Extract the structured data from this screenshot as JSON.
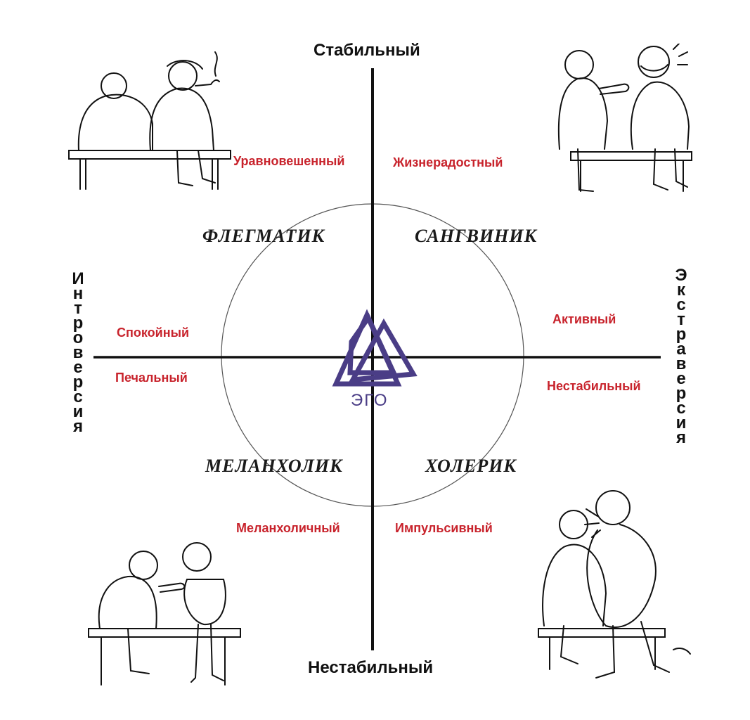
{
  "axes": {
    "top": "Стабильный",
    "bottom": "Нестабильный",
    "left": "Интроверсия",
    "right": "Экстраверсия"
  },
  "temperaments": {
    "top_left": "ФЛЕГМАТИК",
    "top_right": "САНГВИНИК",
    "bottom_left": "МЕЛАНХОЛИК",
    "bottom_right": "ХОЛЕРИК"
  },
  "traits": {
    "balanced": "Уравновешенный",
    "cheerful": "Жизнерадостный",
    "calm": "Спокойный",
    "sad": "Печальный",
    "active": "Активный",
    "unstable": "Нестабильный",
    "melancholic": "Меланхоличный",
    "impulsive": "Импульсивный"
  },
  "logo": {
    "text": "ЭГО",
    "color": "#4a3d86"
  },
  "colors": {
    "trait_red": "#c8232c",
    "axis": "#111111"
  },
  "illustrations": [
    "phlegmatic-cartoon",
    "sanguine-cartoon",
    "melancholic-cartoon",
    "choleric-cartoon"
  ]
}
